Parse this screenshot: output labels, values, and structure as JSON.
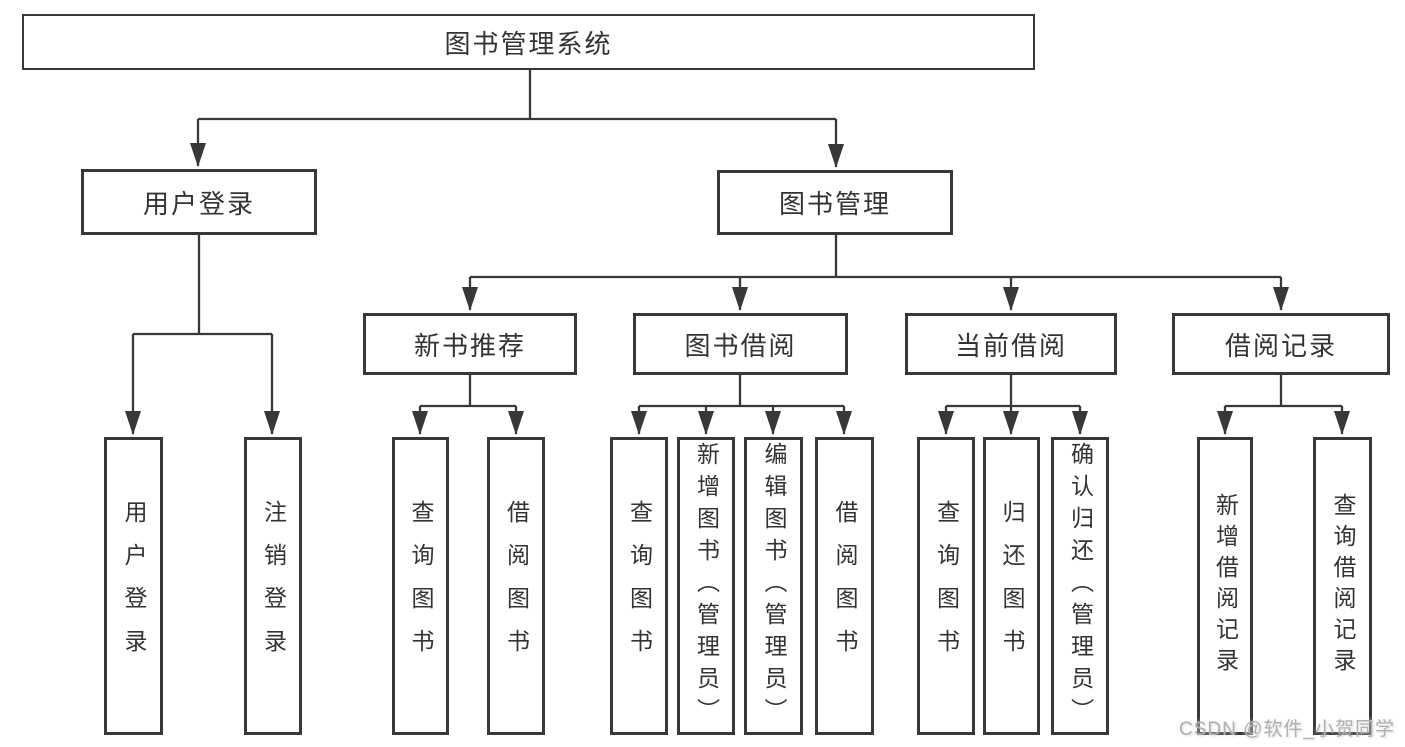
{
  "nodes": {
    "root": "图书管理系统",
    "user_login": "用户登录",
    "book_mgmt": "图书管理",
    "new_books": "新书推荐",
    "book_borrow": "图书借阅",
    "current_borrow": "当前借阅",
    "borrow_records": "借阅记录",
    "leaf_user_login": "用户登录",
    "leaf_logout": "注销登录",
    "leaf_nb_query": "查询图书",
    "leaf_nb_borrow": "借阅图书",
    "leaf_bb_query": "查询图书",
    "leaf_bb_add": "新增图书（管理员）",
    "leaf_bb_edit": "编辑图书（管理员）",
    "leaf_bb_borrow": "借阅图书",
    "leaf_cb_query": "查询图书",
    "leaf_cb_return": "归还图书",
    "leaf_cb_confirm": "确认归还（管理员）",
    "leaf_br_add": "新增借阅记录",
    "leaf_br_query": "查询借阅记录"
  },
  "tree": {
    "label": "图书管理系统",
    "children": [
      {
        "label": "用户登录",
        "children": [
          {
            "label": "用户登录"
          },
          {
            "label": "注销登录"
          }
        ]
      },
      {
        "label": "图书管理",
        "children": [
          {
            "label": "新书推荐",
            "children": [
              {
                "label": "查询图书"
              },
              {
                "label": "借阅图书"
              }
            ]
          },
          {
            "label": "图书借阅",
            "children": [
              {
                "label": "查询图书"
              },
              {
                "label": "新增图书（管理员）"
              },
              {
                "label": "编辑图书（管理员）"
              },
              {
                "label": "借阅图书"
              }
            ]
          },
          {
            "label": "当前借阅",
            "children": [
              {
                "label": "查询图书"
              },
              {
                "label": "归还图书"
              },
              {
                "label": "确认归还（管理员）"
              }
            ]
          },
          {
            "label": "借阅记录",
            "children": [
              {
                "label": "新增借阅记录"
              },
              {
                "label": "查询借阅记录"
              }
            ]
          }
        ]
      }
    ]
  },
  "watermark": "CSDN @软件_小贺同学",
  "colors": {
    "line": "#383838",
    "text": "#333333",
    "background": "#ffffff",
    "watermark": "#b0b0b0"
  }
}
